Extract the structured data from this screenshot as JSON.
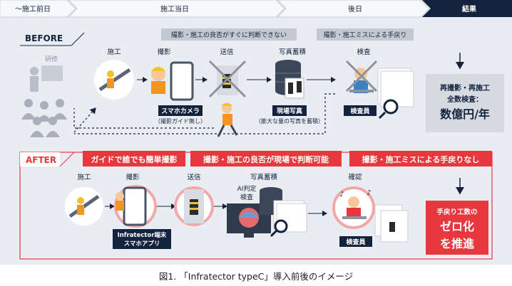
{
  "timeline": {
    "steps": [
      "〜施工前日",
      "施工当日",
      "後日",
      "結果"
    ]
  },
  "before": {
    "label": "BEFORE",
    "research_label": "研修",
    "steps": [
      "施工",
      "撮影",
      "送信",
      "写真蓄積",
      "検査"
    ],
    "banner_judge": "撮影・施工の良否がすぐに判断できない",
    "banner_rework": "撮影・施工ミスによる手戻り",
    "tag_camera": "スマホカメラ",
    "note_camera": "（撮影ガイド無し）",
    "tag_photos": "現場写真",
    "note_photos": "（膨大な量の写真を蓄積）",
    "tag_inspector": "検査員",
    "result_line1": "再撮影・再施工",
    "result_line2": "全数検査：",
    "result_big": "数億円/年"
  },
  "after": {
    "label": "AFTER",
    "banner_guide": "ガイドで誰でも簡単撮影",
    "banner_judge": "撮影・施工の良否が現場で判断可能",
    "banner_rework": "撮影・施工ミスによる手戻りなし",
    "steps": [
      "施工",
      "撮影",
      "送信",
      "写真蓄積",
      "確認"
    ],
    "ai_label_1": "AI判定",
    "ai_label_2": "検査",
    "tag_app_1": "Infratector端末",
    "tag_app_2": "スマホアプリ",
    "tag_inspector": "検査員",
    "result_line1": "手戻り工数の",
    "result_big1": "ゼロ化",
    "result_big2": "を推進"
  },
  "caption": "図1. 「Infratector typeC」導入前後のイメージ",
  "colors": {
    "navy": "#14233d",
    "red": "#e8383d",
    "gray_box": "#d7dbe1",
    "panel_bg": "#e9edf2"
  }
}
